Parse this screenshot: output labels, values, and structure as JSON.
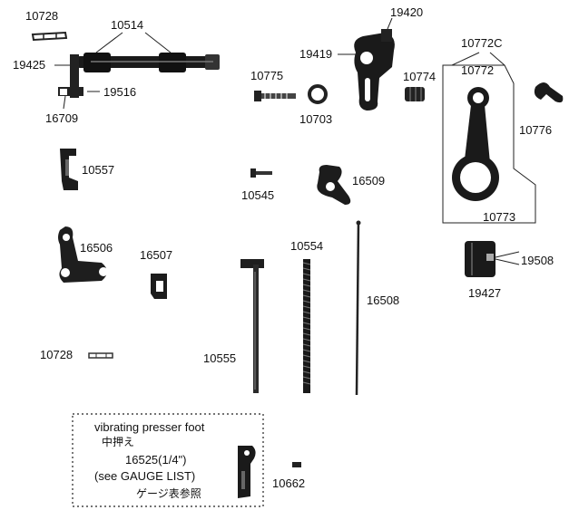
{
  "parts": {
    "p10728_top": "10728",
    "p10514": "10514",
    "p19425": "19425",
    "p19516": "19516",
    "p16709": "16709",
    "p10557": "10557",
    "p16506": "16506",
    "p16507": "16507",
    "p10728_low": "10728",
    "p19420": "19420",
    "p19419": "19419",
    "p10775": "10775",
    "p10703": "10703",
    "p10774": "10774",
    "p10772C": "10772C",
    "p10772": "10772",
    "p10776": "10776",
    "p10773": "10773",
    "p10545": "10545",
    "p16509": "16509",
    "p10554": "10554",
    "p16508": "16508",
    "p10555": "10555",
    "p19508": "19508",
    "p19427": "19427",
    "p10662": "10662"
  },
  "note": {
    "line1": "vibrating  presser foot",
    "line2": "中押え",
    "line3": "16525(1/4\")",
    "line4": "(see GAUGE LIST)",
    "line5": "ゲージ表参照"
  }
}
